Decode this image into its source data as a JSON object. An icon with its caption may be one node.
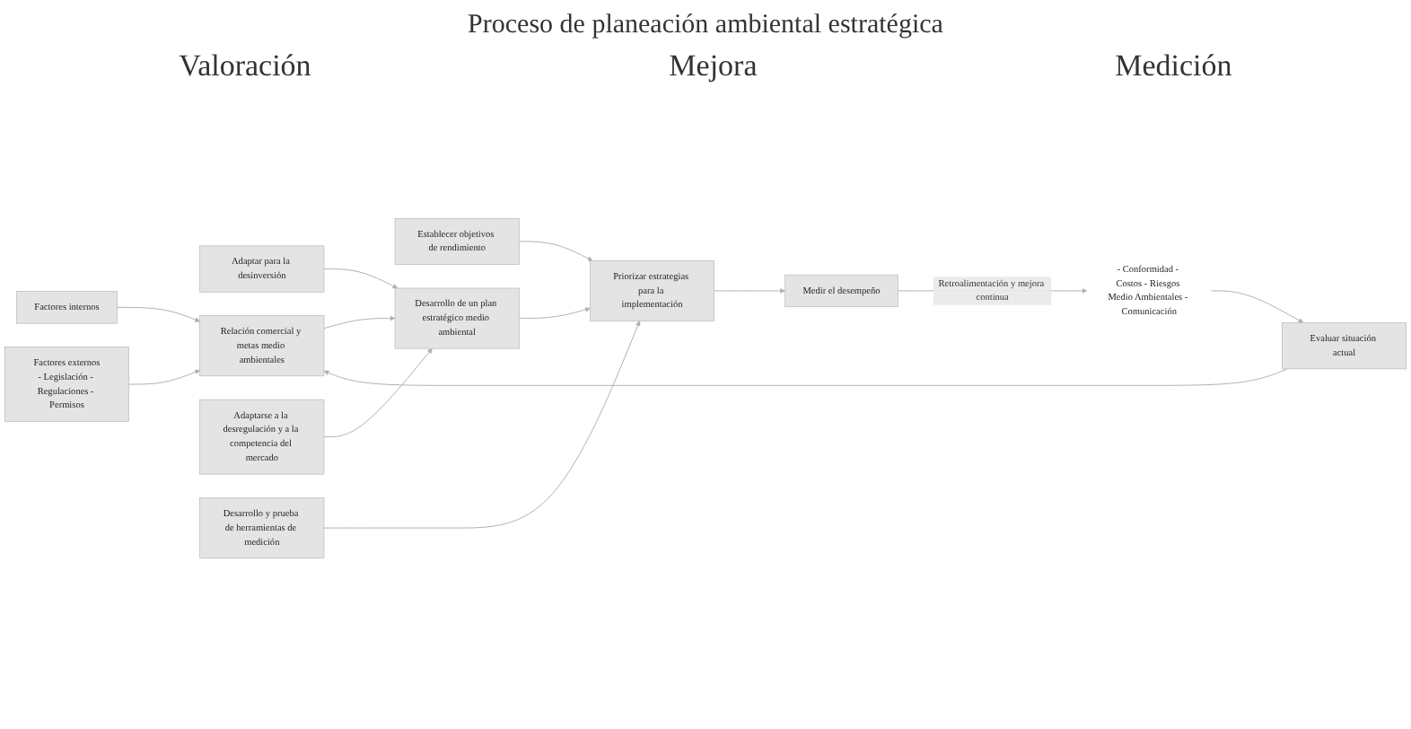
{
  "diagram": {
    "title": "Proceso de planeación ambiental estratégica",
    "nodes": [
      {
        "text": [
          "Evaluar situación actual"
        ]
      },
      {
        "text": [
          "- Conformidad - Costos - Riesgos Medio Ambientales - Comunicación"
        ]
      },
      {
        "text": [
          "Factores internos"
        ]
      },
      {
        "text": [
          "Relación comercial y metas medio ambientales"
        ]
      },
      {
        "text": [
          "Factores externos",
          "- Legislación - Regulaciones - Permisos"
        ]
      },
      {
        "text": [
          "Adaptar para la desinversión"
        ]
      },
      {
        "text": [
          "Desarrollo de un plan estratégico medio ambiental"
        ]
      },
      {
        "text": [
          "Adaptarse a la desregulación y a la competencia del mercado"
        ]
      },
      {
        "text": [
          "Establecer objetivos de rendimiento"
        ]
      },
      {
        "text": [
          "Priorizar estrategias para la implementación"
        ]
      },
      {
        "text": [
          "Desarrollo y prueba de herramientas de medición"
        ]
      },
      {
        "text": [
          "Medir el desempeño"
        ]
      }
    ],
    "edges": [
      {
        "from": 1,
        "to": 0,
        "arrow": "to"
      },
      {
        "from": 0,
        "to": 3,
        "arrow": "to"
      },
      {
        "from": 2,
        "to": 3,
        "arrow": "to"
      },
      {
        "from": 4,
        "to": 3,
        "arrow": "to"
      },
      {
        "from": 3,
        "to": 6,
        "arrow": "to"
      },
      {
        "from": 5,
        "to": 6,
        "arrow": "to"
      },
      {
        "from": 7,
        "to": 6,
        "arrow": "to"
      },
      {
        "from": 6,
        "to": 9,
        "arrow": "to"
      },
      {
        "from": 8,
        "to": 9,
        "arrow": "to"
      },
      {
        "from": 10,
        "to": 9,
        "arrow": "to"
      },
      {
        "from": 9,
        "to": 11,
        "arrow": "to"
      },
      {
        "from": 11,
        "to": 1,
        "arrow": "to",
        "label": "Retroalimentación y mejora continua"
      }
    ],
    "labels": [
      "Valoración",
      "Mejora",
      "Medición"
    ]
  }
}
